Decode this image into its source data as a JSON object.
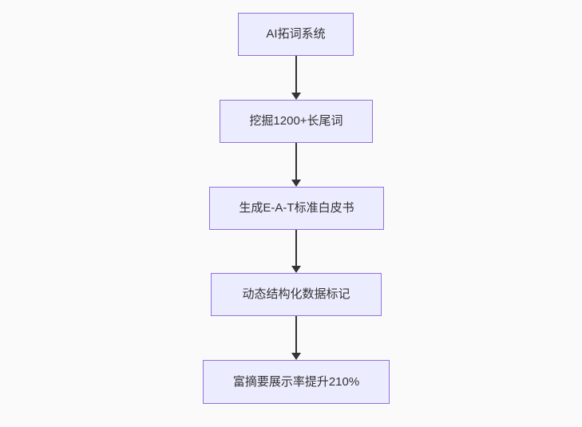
{
  "diagram": {
    "type": "flowchart",
    "direction": "top-down",
    "colors": {
      "background": "#fafafa",
      "node_fill": "#ececff",
      "node_border": "#9370db",
      "arrow": "#333333",
      "text": "#333333"
    },
    "nodes": [
      {
        "label": "AI拓词系统"
      },
      {
        "label": "挖掘1200+长尾词"
      },
      {
        "label": "生成E-A-T标准白皮书"
      },
      {
        "label": "动态结构化数据标记"
      },
      {
        "label": "富摘要展示率提升210%"
      }
    ],
    "edges": [
      {
        "from": 0,
        "to": 1
      },
      {
        "from": 1,
        "to": 2
      },
      {
        "from": 2,
        "to": 3
      },
      {
        "from": 3,
        "to": 4
      }
    ]
  }
}
